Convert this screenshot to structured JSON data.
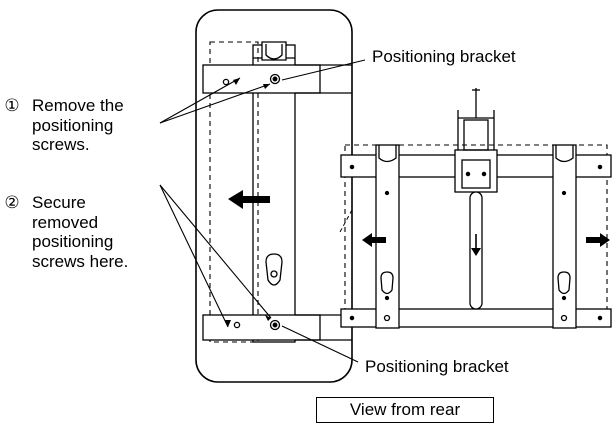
{
  "steps": [
    {
      "number": "①",
      "lines": [
        "Remove the",
        "positioning",
        "screws."
      ]
    },
    {
      "number": "②",
      "lines": [
        "Secure",
        "removed",
        "positioning",
        "screws here."
      ]
    }
  ],
  "callouts": {
    "top_bracket": "Positioning bracket",
    "bottom_bracket": "Positioning bracket"
  },
  "caption": "View from rear"
}
